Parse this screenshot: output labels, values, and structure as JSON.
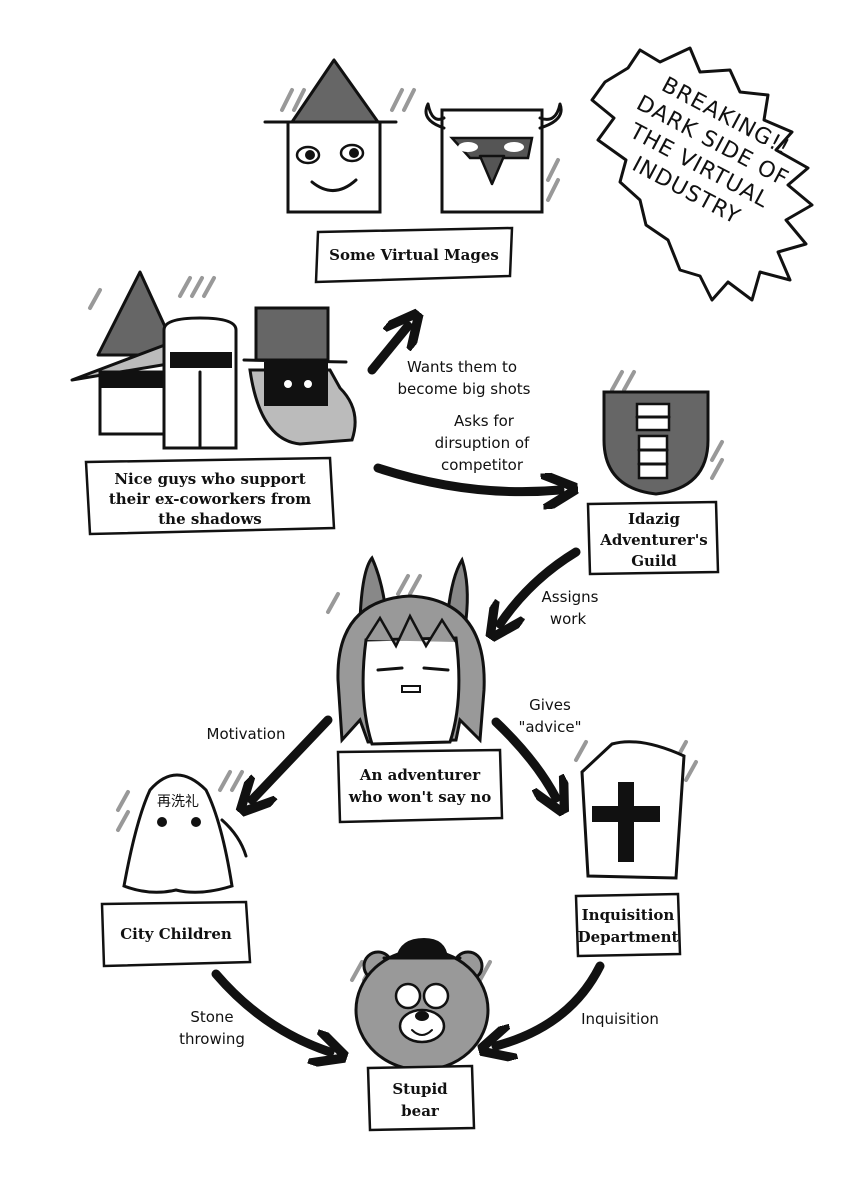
{
  "burst": {
    "lines": [
      "BREAKING!!",
      "DARK SIDE OF",
      "THE VIRTUAL",
      "INDUSTRY"
    ]
  },
  "nodes": {
    "mages": {
      "label": "Some Virtual Mages"
    },
    "nice_guys": {
      "lines": [
        "Nice guys who support",
        "their ex-coworkers from",
        "the shadows"
      ]
    },
    "guild": {
      "lines": [
        "Idazig",
        "Adventurer's",
        "Guild"
      ]
    },
    "adventurer": {
      "lines": [
        "An adventurer",
        "who won't say no"
      ]
    },
    "children": {
      "label": "City Children",
      "sign": "再洗礼"
    },
    "inquisition": {
      "lines": [
        "Inquisition",
        "Department"
      ]
    },
    "bear": {
      "lines": [
        "Stupid",
        "bear"
      ]
    }
  },
  "edges": {
    "wants": [
      "Wants them to",
      "become big shots"
    ],
    "asks": [
      "Asks for",
      "dirsuption of",
      "competitor"
    ],
    "assigns": [
      "Assigns",
      "work"
    ],
    "motivation": [
      "Motivation"
    ],
    "gives": [
      "Gives",
      "\"advice\""
    ],
    "stone": [
      "Stone",
      "throwing"
    ],
    "inquisition_edge": [
      "Inquisition"
    ]
  }
}
